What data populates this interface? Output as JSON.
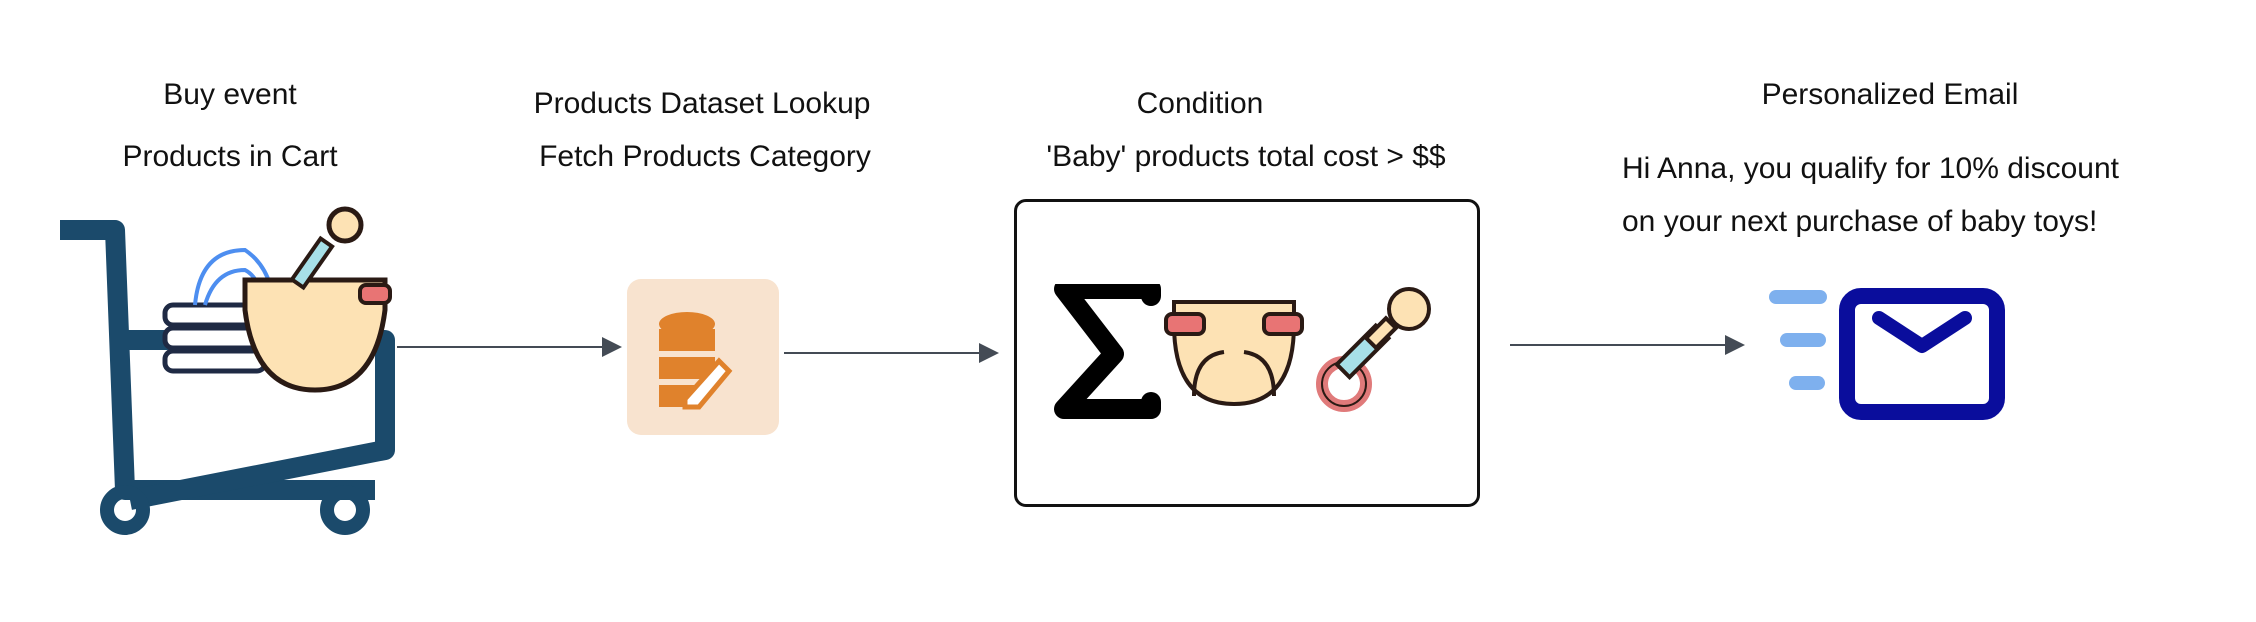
{
  "steps": [
    {
      "title": "Buy event",
      "subtitle": "Products in Cart",
      "icon": "shopping-cart-icon"
    },
    {
      "title": "Products Dataset Lookup",
      "subtitle": "Fetch Products Category",
      "icon": "database-icon"
    },
    {
      "title": "Condition",
      "subtitle": "'Baby' products total cost > $$",
      "icon": "sum-condition-icon"
    },
    {
      "title": "Personalized Email",
      "message_line1": "Hi Anna, you qualify for 10% discount",
      "message_line2": "on your next purchase of baby toys!",
      "icon": "email-icon"
    }
  ],
  "colors": {
    "cart": "#1b4a6b",
    "db_bg": "#f8e3cf",
    "db": "#e0822c",
    "email": "#0a0d9c",
    "email_lines": "#7eb0ee",
    "arrow": "#444b55"
  }
}
